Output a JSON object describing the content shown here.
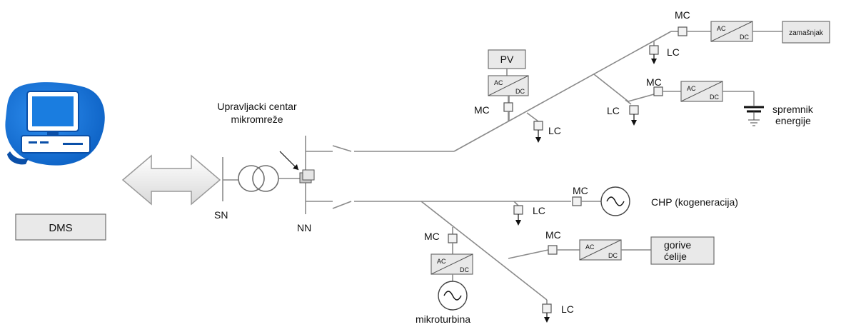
{
  "labels": {
    "mc": "MC",
    "lc": "LC",
    "ac": "AC",
    "dc": "DC",
    "dms": "DMS",
    "sn": "SN",
    "nn": "NN",
    "control_center_line1": "Upravljacki centar",
    "control_center_line2": "mikromreže",
    "pv": "PV",
    "flywheel": "zamašnjak",
    "storage_line1": "spremnik",
    "storage_line2": "energije",
    "chp": "CHP (kogeneracija)",
    "fuel_cells_line1": "gorive",
    "fuel_cells_line2": "ćelije",
    "microturbine": "mikroturbina"
  },
  "colors": {
    "computer_blue": "#1273d6",
    "line_gray": "#8a8a8a",
    "box_fill": "#e9e9e9"
  }
}
